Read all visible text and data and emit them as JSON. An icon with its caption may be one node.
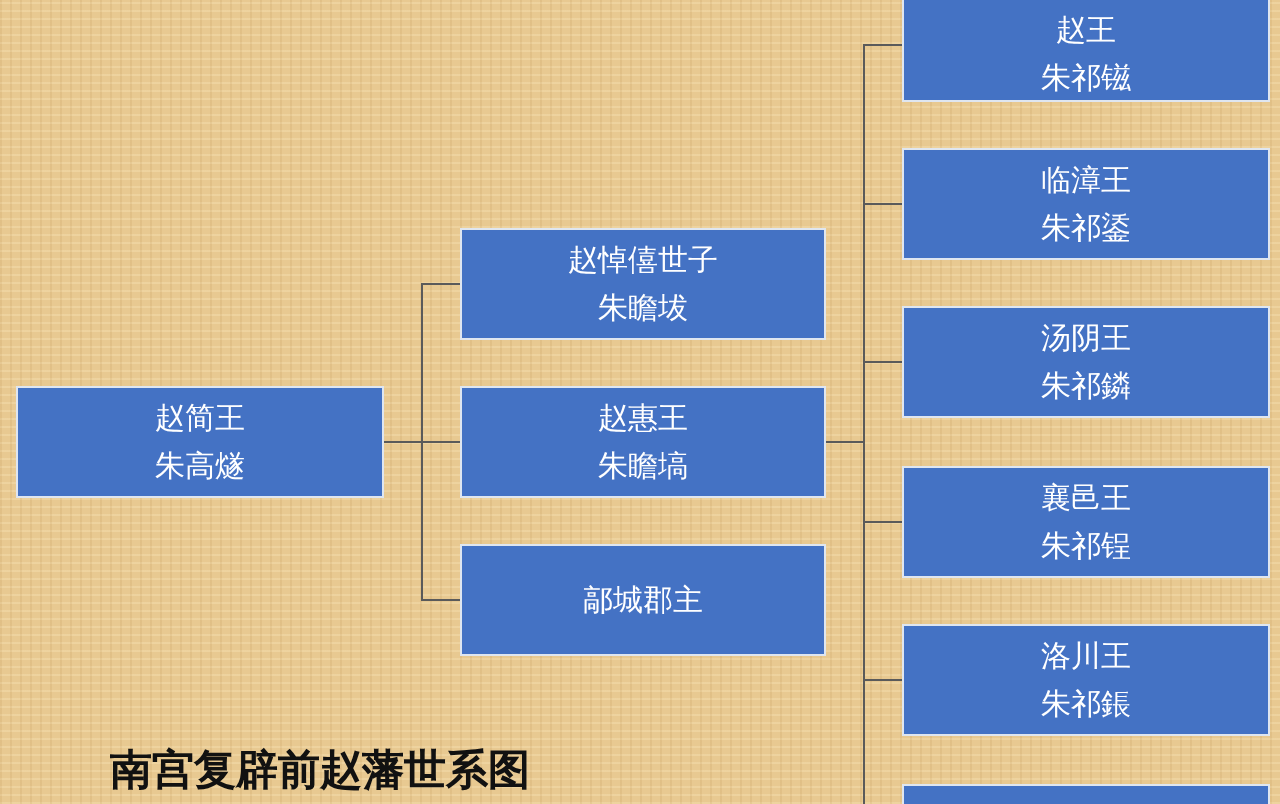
{
  "diagram": {
    "title": "南宫复辟前赵藩世系图",
    "nodes": [
      {
        "text": [
          "赵简王",
          "朱高燧"
        ]
      },
      {
        "text": [
          "赵悼僖世子",
          "朱瞻坺"
        ]
      },
      {
        "text": [
          "赵惠王",
          "朱瞻塙"
        ]
      },
      {
        "text": [
          "鄗城郡主"
        ]
      },
      {
        "text": [
          "赵王",
          "朱祁镃"
        ]
      },
      {
        "text": [
          "临漳王",
          "朱祁鋈"
        ]
      },
      {
        "text": [
          "汤阴王",
          "朱祁鏻"
        ]
      },
      {
        "text": [
          "襄邑王",
          "朱祁锃"
        ]
      },
      {
        "text": [
          "洛川王",
          "朱祁鋹"
        ]
      },
      {
        "text": [],
        "shape": "box"
      }
    ],
    "edges": [
      {
        "from": 0,
        "to": 1,
        "arrow": "none"
      },
      {
        "from": 0,
        "to": 2,
        "arrow": "none"
      },
      {
        "from": 0,
        "to": 3,
        "arrow": "none"
      },
      {
        "from": 2,
        "to": 4,
        "arrow": "none"
      },
      {
        "from": 2,
        "to": 5,
        "arrow": "none"
      },
      {
        "from": 2,
        "to": 6,
        "arrow": "none"
      },
      {
        "from": 2,
        "to": 7,
        "arrow": "none"
      },
      {
        "from": 2,
        "to": 8,
        "arrow": "none"
      },
      {
        "from": 2,
        "to": 9,
        "arrow": "none"
      }
    ]
  }
}
